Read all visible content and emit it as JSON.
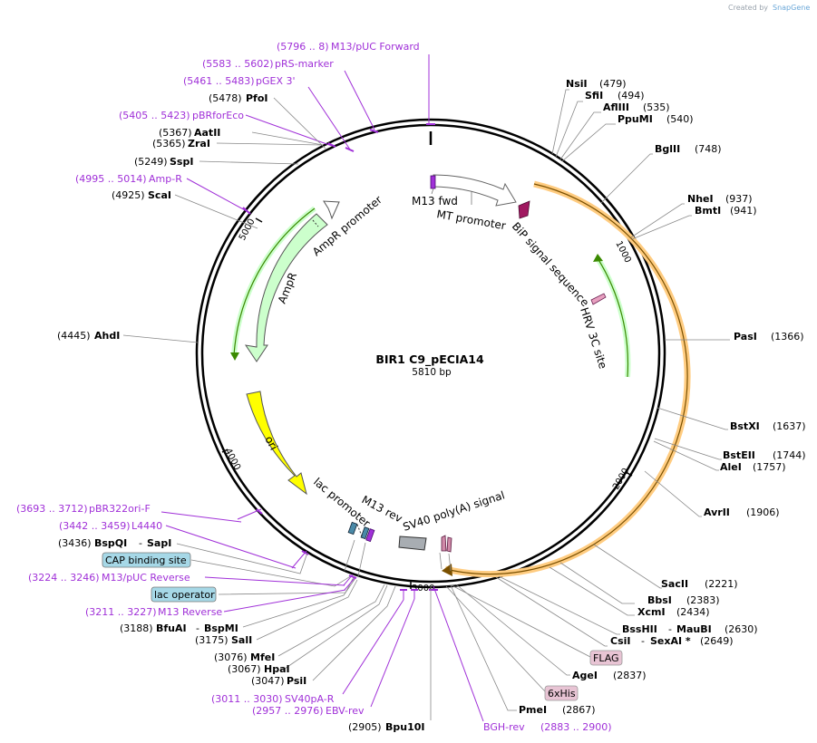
{
  "credit": {
    "text": "Created by",
    "brand": "SnapGene"
  },
  "plasmid": {
    "name": "BIR1 C9_pECIA14",
    "size": "5810 bp"
  },
  "ticks": [
    "1000",
    "2000",
    "3000",
    "4000",
    "5000"
  ],
  "features": {
    "m13_fwd": "M13 fwd",
    "mt_promoter": "MT promoter",
    "bip": "BiP signal sequence",
    "hrv": "HRV 3C site",
    "ampr_promoter": "AmpR promoter",
    "ampr": "AmpR",
    "ori": "ori",
    "lac_promoter": "lac promoter",
    "m13_rev": "M13 rev",
    "sv40": "SV40 poly(A) signal"
  },
  "right_sites": [
    {
      "name": "NsiI",
      "pos": "(479)"
    },
    {
      "name": "SfiI",
      "pos": "(494)"
    },
    {
      "name": "AflIII",
      "pos": "(535)"
    },
    {
      "name": "PpuMI",
      "pos": "(540)"
    },
    {
      "name": "BglII",
      "pos": "(748)"
    },
    {
      "name": "NheI",
      "pos": "(937)"
    },
    {
      "name": "BmtI",
      "pos": "(941)"
    },
    {
      "name": "PasI",
      "pos": "(1366)"
    },
    {
      "name": "BstXI",
      "pos": "(1637)"
    },
    {
      "name": "BstEII",
      "pos": "(1744)"
    },
    {
      "name": "AleI",
      "pos": "(1757)"
    },
    {
      "name": "AvrII",
      "pos": "(1906)"
    },
    {
      "name": "SacII",
      "pos": "(2221)"
    },
    {
      "name": "BbsI",
      "pos": "(2383)"
    },
    {
      "name": "XcmI",
      "pos": "(2434)"
    },
    {
      "name": "BssHII",
      "name2": "MauBI",
      "pos": "(2630)"
    },
    {
      "name": "CsiI",
      "name2": "SexAI *",
      "pos": "(2649)"
    },
    {
      "name": "AgeI",
      "pos": "(2837)"
    },
    {
      "name": "PmeI",
      "pos": "(2867)"
    }
  ],
  "left_sites": [
    {
      "name": "PfoI",
      "pos": "(5478)"
    },
    {
      "name": "AatII",
      "pos": "(5367)"
    },
    {
      "name": "ZraI",
      "pos": "(5365)"
    },
    {
      "name": "SspI",
      "pos": "(5249)"
    },
    {
      "name": "ScaI",
      "pos": "(4925)"
    },
    {
      "name": "AhdI",
      "pos": "(4445)"
    },
    {
      "name": "BspQI",
      "name2": "SapI",
      "pos": "(3436)"
    },
    {
      "name": "BfuAI",
      "name2": "BspMI",
      "pos": "(3188)"
    },
    {
      "name": "SalI",
      "pos": "(3175)"
    },
    {
      "name": "MfeI",
      "pos": "(3076)"
    },
    {
      "name": "HpaI",
      "pos": "(3067)"
    },
    {
      "name": "PsiI",
      "pos": "(3047)"
    },
    {
      "name": "Bpu10I",
      "pos": "(2905)"
    }
  ],
  "primers": [
    {
      "range": "(5796 .. 8)",
      "name": "M13/pUC Forward"
    },
    {
      "range": "(5583 .. 5602)",
      "name": "pRS-marker"
    },
    {
      "range": "(5461 .. 5483)",
      "name": "pGEX 3'"
    },
    {
      "range": "(5405 .. 5423)",
      "name": "pBRforEco"
    },
    {
      "range": "(4995 .. 5014)",
      "name": "Amp-R"
    },
    {
      "range": "(3693 .. 3712)",
      "name": "pBR322ori-F"
    },
    {
      "range": "(3442 .. 3459)",
      "name": "L4440"
    },
    {
      "range": "(3224 .. 3246)",
      "name": "M13/pUC Reverse"
    },
    {
      "range": "(3211 .. 3227)",
      "name": "M13 Reverse"
    },
    {
      "range": "(3011 .. 3030)",
      "name": "SV40pA-R"
    },
    {
      "range": "(2957 .. 2976)",
      "name": "EBV-rev"
    },
    {
      "name": "BGH-rev",
      "range": "(2883 .. 2900)"
    }
  ],
  "boxed": {
    "cap": "CAP binding site",
    "lac_operator": "lac operator",
    "flag": "FLAG",
    "his": "6xHis"
  },
  "colors": {
    "primer": "#a030d8",
    "ampr_fill": "#ccffcc",
    "ori_fill": "#ffff00",
    "cds_outline": "#ffcc80",
    "bip_fill": "#a01860",
    "box_blue": "#a6d8e7",
    "box_pink": "#e8c4d4"
  }
}
